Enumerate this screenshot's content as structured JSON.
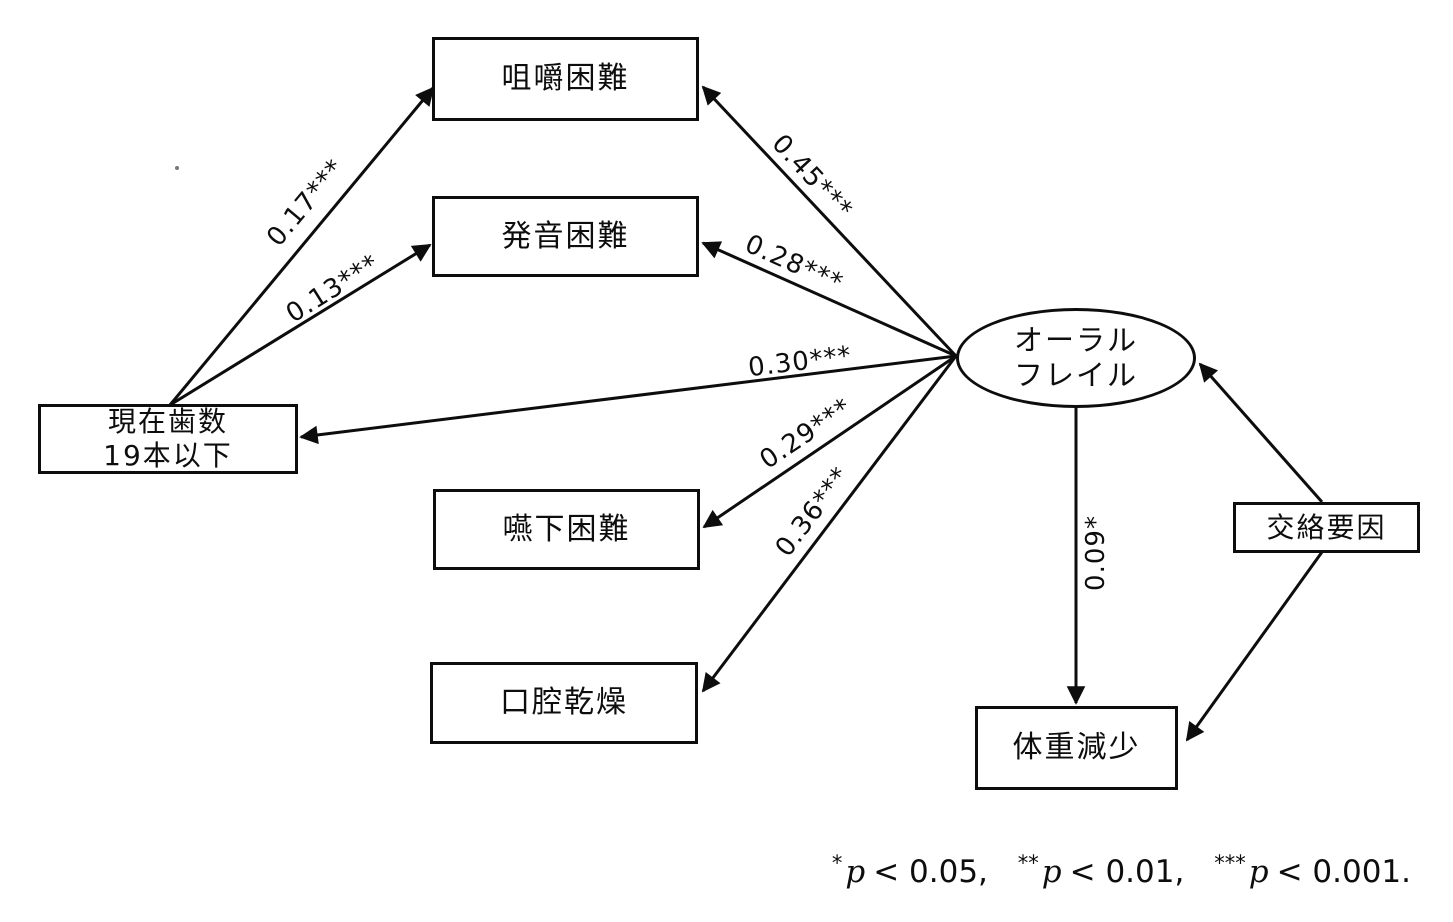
{
  "diagram": {
    "type": "path-model",
    "nodes": {
      "chewing": {
        "label": "咀嚼困難",
        "shape": "rect"
      },
      "pronunciation": {
        "label": "発音困難",
        "shape": "rect"
      },
      "teeth": {
        "label_line1": "現在歯数",
        "label_line2": "19本以下",
        "shape": "rect"
      },
      "swallowing": {
        "label": "嚥下困難",
        "shape": "rect"
      },
      "dry_mouth": {
        "label": "口腔乾燥",
        "shape": "rect"
      },
      "oral_frailty": {
        "label_line1": "オーラル",
        "label_line2": "フレイル",
        "shape": "ellipse"
      },
      "weight_loss": {
        "label": "体重減少",
        "shape": "rect"
      },
      "confounders": {
        "label": "交絡要因",
        "shape": "rect"
      }
    },
    "paths": [
      {
        "from": "現在歯数19本以下",
        "to": "咀嚼困難",
        "coefficient": "0.17***"
      },
      {
        "from": "現在歯数19本以下",
        "to": "発音困難",
        "coefficient": "0.13***"
      },
      {
        "from": "オーラルフレイル",
        "to": "咀嚼困難",
        "coefficient": "0.45***"
      },
      {
        "from": "オーラルフレイル",
        "to": "発音困難",
        "coefficient": "0.28***"
      },
      {
        "from": "オーラルフレイル",
        "to": "現在歯数19本以下",
        "coefficient": "0.30***"
      },
      {
        "from": "オーラルフレイル",
        "to": "嚥下困難",
        "coefficient": "0.29***"
      },
      {
        "from": "オーラルフレイル",
        "to": "口腔乾燥",
        "coefficient": "0.36***"
      },
      {
        "from": "オーラルフレイル",
        "to": "体重減少",
        "coefficient": "0.09*"
      },
      {
        "from": "交絡要因",
        "to": "オーラルフレイル",
        "coefficient": ""
      },
      {
        "from": "交絡要因",
        "to": "体重減少",
        "coefficient": ""
      }
    ],
    "footnote": {
      "entries": [
        {
          "stars": "*",
          "symbol": "p",
          "comparison": "< 0.05,"
        },
        {
          "stars": "**",
          "symbol": "p",
          "comparison": "< 0.01,"
        },
        {
          "stars": "***",
          "symbol": "p",
          "comparison": "< 0.001."
        }
      ]
    }
  },
  "colors": {
    "line": "#0d0d0d",
    "background": "#ffffff",
    "text": "#0d0d0d"
  }
}
